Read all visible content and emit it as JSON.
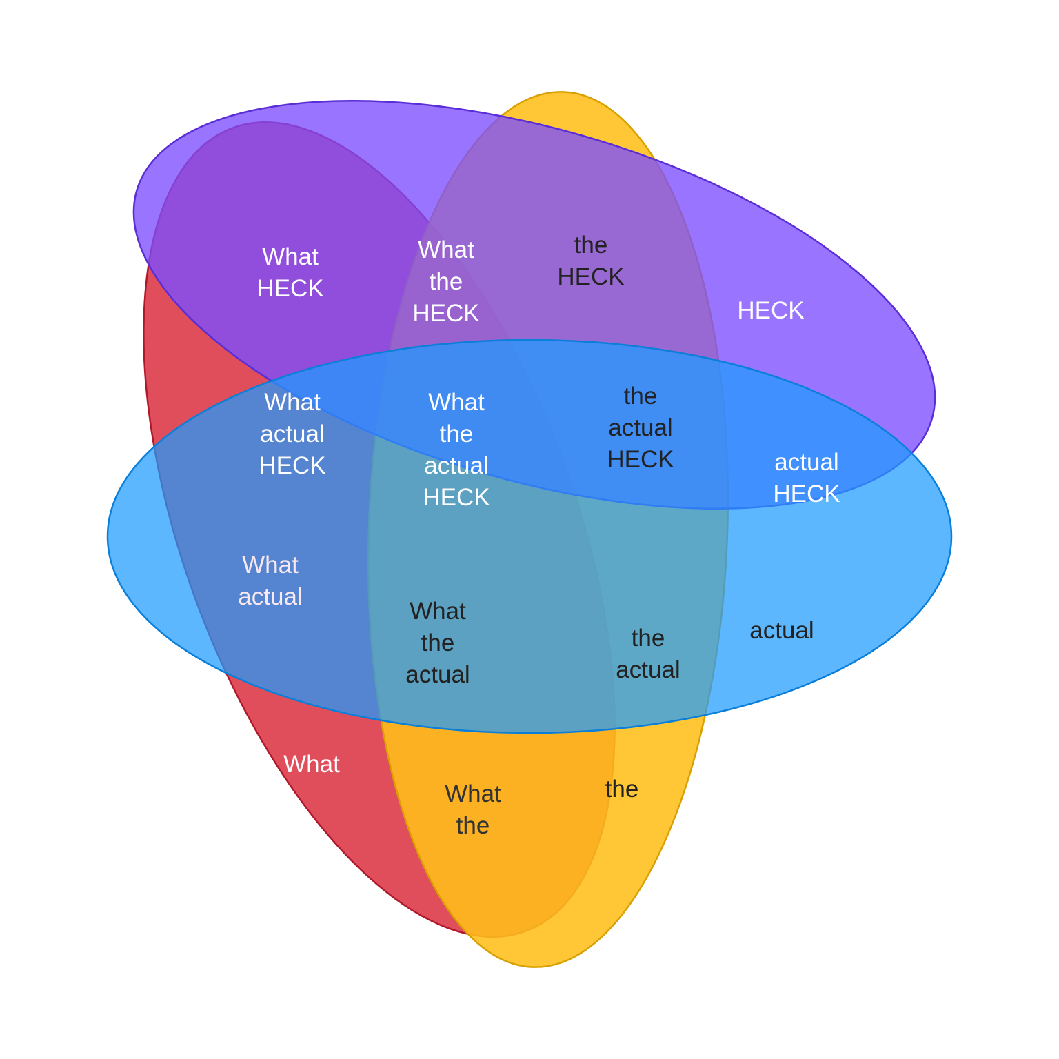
{
  "sets": [
    {
      "name": "What",
      "fill": "#dc3545",
      "stroke": "#b0182c"
    },
    {
      "name": "the",
      "fill": "#ffbf1a",
      "stroke": "#d9a000"
    },
    {
      "name": "HECK",
      "fill": "#7b4dff",
      "stroke": "#5a2ed6"
    },
    {
      "name": "actual",
      "fill": "#1e9bff",
      "stroke": "#0a7fd9"
    }
  ],
  "regions": {
    "what": {
      "lines": [
        "What"
      ],
      "color": "#ffffff"
    },
    "the": {
      "lines": [
        "the"
      ],
      "color": "#222222"
    },
    "heck": {
      "lines": [
        "HECK"
      ],
      "color": "#ffffff"
    },
    "actual": {
      "lines": [
        "actual"
      ],
      "color": "#222222"
    },
    "what_the": {
      "lines": [
        "What",
        "the"
      ],
      "color": "#333333"
    },
    "what_heck": {
      "lines": [
        "What",
        "HECK"
      ],
      "color": "#ffffff"
    },
    "what_actual": {
      "lines": [
        "What",
        "actual"
      ],
      "color": "#f8e8f0"
    },
    "the_heck": {
      "lines": [
        "the",
        "HECK"
      ],
      "color": "#222222"
    },
    "the_actual": {
      "lines": [
        "the",
        "actual"
      ],
      "color": "#222222"
    },
    "actual_heck": {
      "lines": [
        "actual",
        "HECK"
      ],
      "color": "#ffffff"
    },
    "what_the_heck": {
      "lines": [
        "What",
        "the",
        "HECK"
      ],
      "color": "#ffffff"
    },
    "what_actual_heck": {
      "lines": [
        "What",
        "actual",
        "HECK"
      ],
      "color": "#ffffff"
    },
    "the_actual_heck": {
      "lines": [
        "the",
        "actual",
        "HECK"
      ],
      "color": "#222222"
    },
    "what_the_actual": {
      "lines": [
        "What",
        "the",
        "actual"
      ],
      "color": "#222222"
    },
    "what_the_actual_heck": {
      "lines": [
        "What",
        "the",
        "actual",
        "HECK"
      ],
      "color": "#ffffff"
    }
  }
}
